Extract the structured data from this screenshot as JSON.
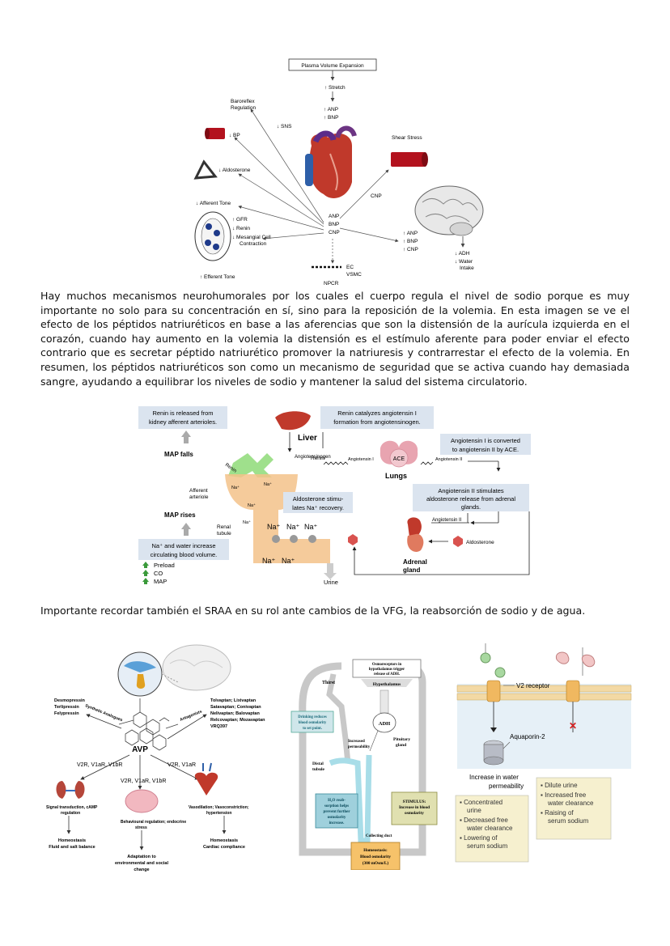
{
  "fig1": {
    "plasma": "Plasma Volume Expansion",
    "stretch": "↑ Stretch",
    "anp_top": "↑ ANP",
    "bnp_top": "↑ BNP",
    "baro1": "Baroreflex",
    "baro2": "Regulation",
    "sns": "↓ SNS",
    "bp": "↓ BP",
    "aldo": "↓ Aldosterone",
    "afferent": "↓ Afferent Tone",
    "gfr": "↑ GFR",
    "renin": "↓ Renin",
    "mesang1": "↓ Mesangial Cell",
    "mesang2": "Contraction",
    "efferent": "↑ Efferent Tone",
    "shear": "Shear Stress",
    "cnp": "CNP",
    "center_anp": "ANP",
    "center_bnp": "BNP",
    "center_cnp": "CNP",
    "brain_anp": "↑ ANP",
    "brain_bnp": "↑ BNP",
    "brain_cnp": "↑ CNP",
    "adh": "↓ ADH",
    "water1": "↓ Water",
    "water2": "Intake",
    "ec": "EC",
    "vsmc": "VSMC",
    "npcr": "NPCR"
  },
  "paragraph1": "Hay muchos mecanismos neurohumorales por los cuales el cuerpo regula el nivel de sodio porque es muy importante no solo para su concentración en sí, sino para la reposición de la volemia. En esta imagen se ve el efecto de los péptidos natriuréticos en base a las aferencias que son la distensión de la aurícula izquierda en el corazón, cuando hay aumento en la volemia la distensión es el estímulo aferente para poder enviar el efecto contrario que es secretar péptido natriurético promover la natriuresis y contrarrestar el efecto de la volemia. En resumen, los péptidos natriuréticos son como un mecanismo de seguridad que se activa cuando hay demasiada sangre, ayudando a equilibrar los niveles de sodio y mantener la salud del sistema circulatorio.",
  "fig2": {
    "box_renin_release1": "Renin is released from",
    "box_renin_release2": "kidney afferent arterioles.",
    "map_falls": "MAP falls",
    "liver": "Liver",
    "box_renin_cat1": "Renin catalyzes angiotensin I",
    "box_renin_cat2": "formation from angiotensinogen.",
    "renin_small": "Renin",
    "ang1": "Angiotensin I",
    "ace": "ACE",
    "ang2": "Angiotensin II",
    "lungs": "Lungs",
    "angiotensinogen": "Angiotensinogen",
    "box_ang_conv1": "Angiotensin I is converted",
    "box_ang_conv2": "to angiotensin II by ACE.",
    "renin_label": "Renin",
    "afferent1": "Afferent",
    "afferent2": "arteriole",
    "map_rises": "MAP rises",
    "box_aldo1": "Aldosterone stimu-",
    "box_aldo2": "lates Na⁺ recovery.",
    "box_ang2stim1": "Angiotensin II stimulates",
    "box_ang2stim2": "aldosterone release from adrenal",
    "box_ang2stim3": "glands.",
    "ang2_small": "Angiotensin II",
    "renal1": "Renal",
    "renal2": "tubule",
    "na": "Na⁺",
    "box_water1": "Na⁺ and water increase",
    "box_water2": "circulating blood volume.",
    "preload": "Preload",
    "co": "CO",
    "map": "MAP",
    "urine": "Urine",
    "adrenal1": "Adrenal",
    "adrenal2": "gland",
    "aldosterone": "Aldosterone"
  },
  "paragraph2": "Importante recordar también el SRAA en su rol ante cambios de la VFG, la reabsorción de sodio y de agua.",
  "fig3": {
    "agonists": [
      "Desmopressin",
      "Terlipressin",
      "Felypressin"
    ],
    "synthetic": "Synthetic Analogues",
    "antagonists_label": "Antagonists",
    "antagonists": [
      "Tolvaptan; Lixivaptan",
      "Satavaptan; Conivaptan",
      "Nelivaptan; Balovaptan",
      "Relcovaptan; Mozavaptan",
      "VRQ397"
    ],
    "avp": "AVP",
    "rec_left": "V2R, V1aR, V1bR",
    "rec_mid": "V2R, V1aR, V1bR",
    "rec_right": "V2R, V1aR",
    "kidney1": "Signal transduction, cAMP",
    "kidney2": "regulation",
    "brain1": "Behavioural regulation; endocrine",
    "brain2": "stress",
    "heart1": "Vasodilation; Vasoconstriction;",
    "heart2": "hypertension",
    "homeo1a": "Homeostasis",
    "homeo1b": "Fluid and salt balance",
    "adapt1": "Adaptation to",
    "adapt2": "environmental and social",
    "adapt3": "change",
    "homeo2a": "Homeostasis",
    "homeo2b": "Cardiac compliance"
  },
  "fig4": {
    "osmo1": "Osmoreceptors in",
    "osmo2": "hypothalamus trigger",
    "osmo3": "release of ADH.",
    "hypothalamus": "Hypothalamus",
    "thirst": "Thirst",
    "drink1": "Drinking reduces",
    "drink2": "blood osmolarity",
    "drink3": "to set point.",
    "adh": "ADH",
    "pit1": "Pituitary",
    "pit2": "gland",
    "incperm1": "Increased",
    "incperm2": "permeability",
    "distal1": "Distal",
    "distal2": "tubule",
    "h2o1": "H₂O reab-",
    "h2o2": "sorption helps",
    "h2o3": "prevent further",
    "h2o4": "osmolarity",
    "h2o5": "increase.",
    "collecting": "Collecting duct",
    "stim1": "STIMULUS:",
    "stim2": "Increase in blood",
    "stim3": "osmolarity",
    "homeo1": "Homeostasis:",
    "homeo2": "Blood osmolarity",
    "homeo3": "(300 mOsm/L)"
  },
  "fig5": {
    "v2": "V2 receptor",
    "aquaporin": "Aquaporin-2",
    "inc1": "Increase in water",
    "inc2": "permeability",
    "left": [
      "Concentrated",
      "urine",
      "Decreased free",
      "water clearance",
      "Lowering of",
      "serum sodium"
    ],
    "right": [
      "Dilute urine",
      "Increased free",
      "water clearance",
      "Raising of",
      "serum sodium"
    ]
  }
}
